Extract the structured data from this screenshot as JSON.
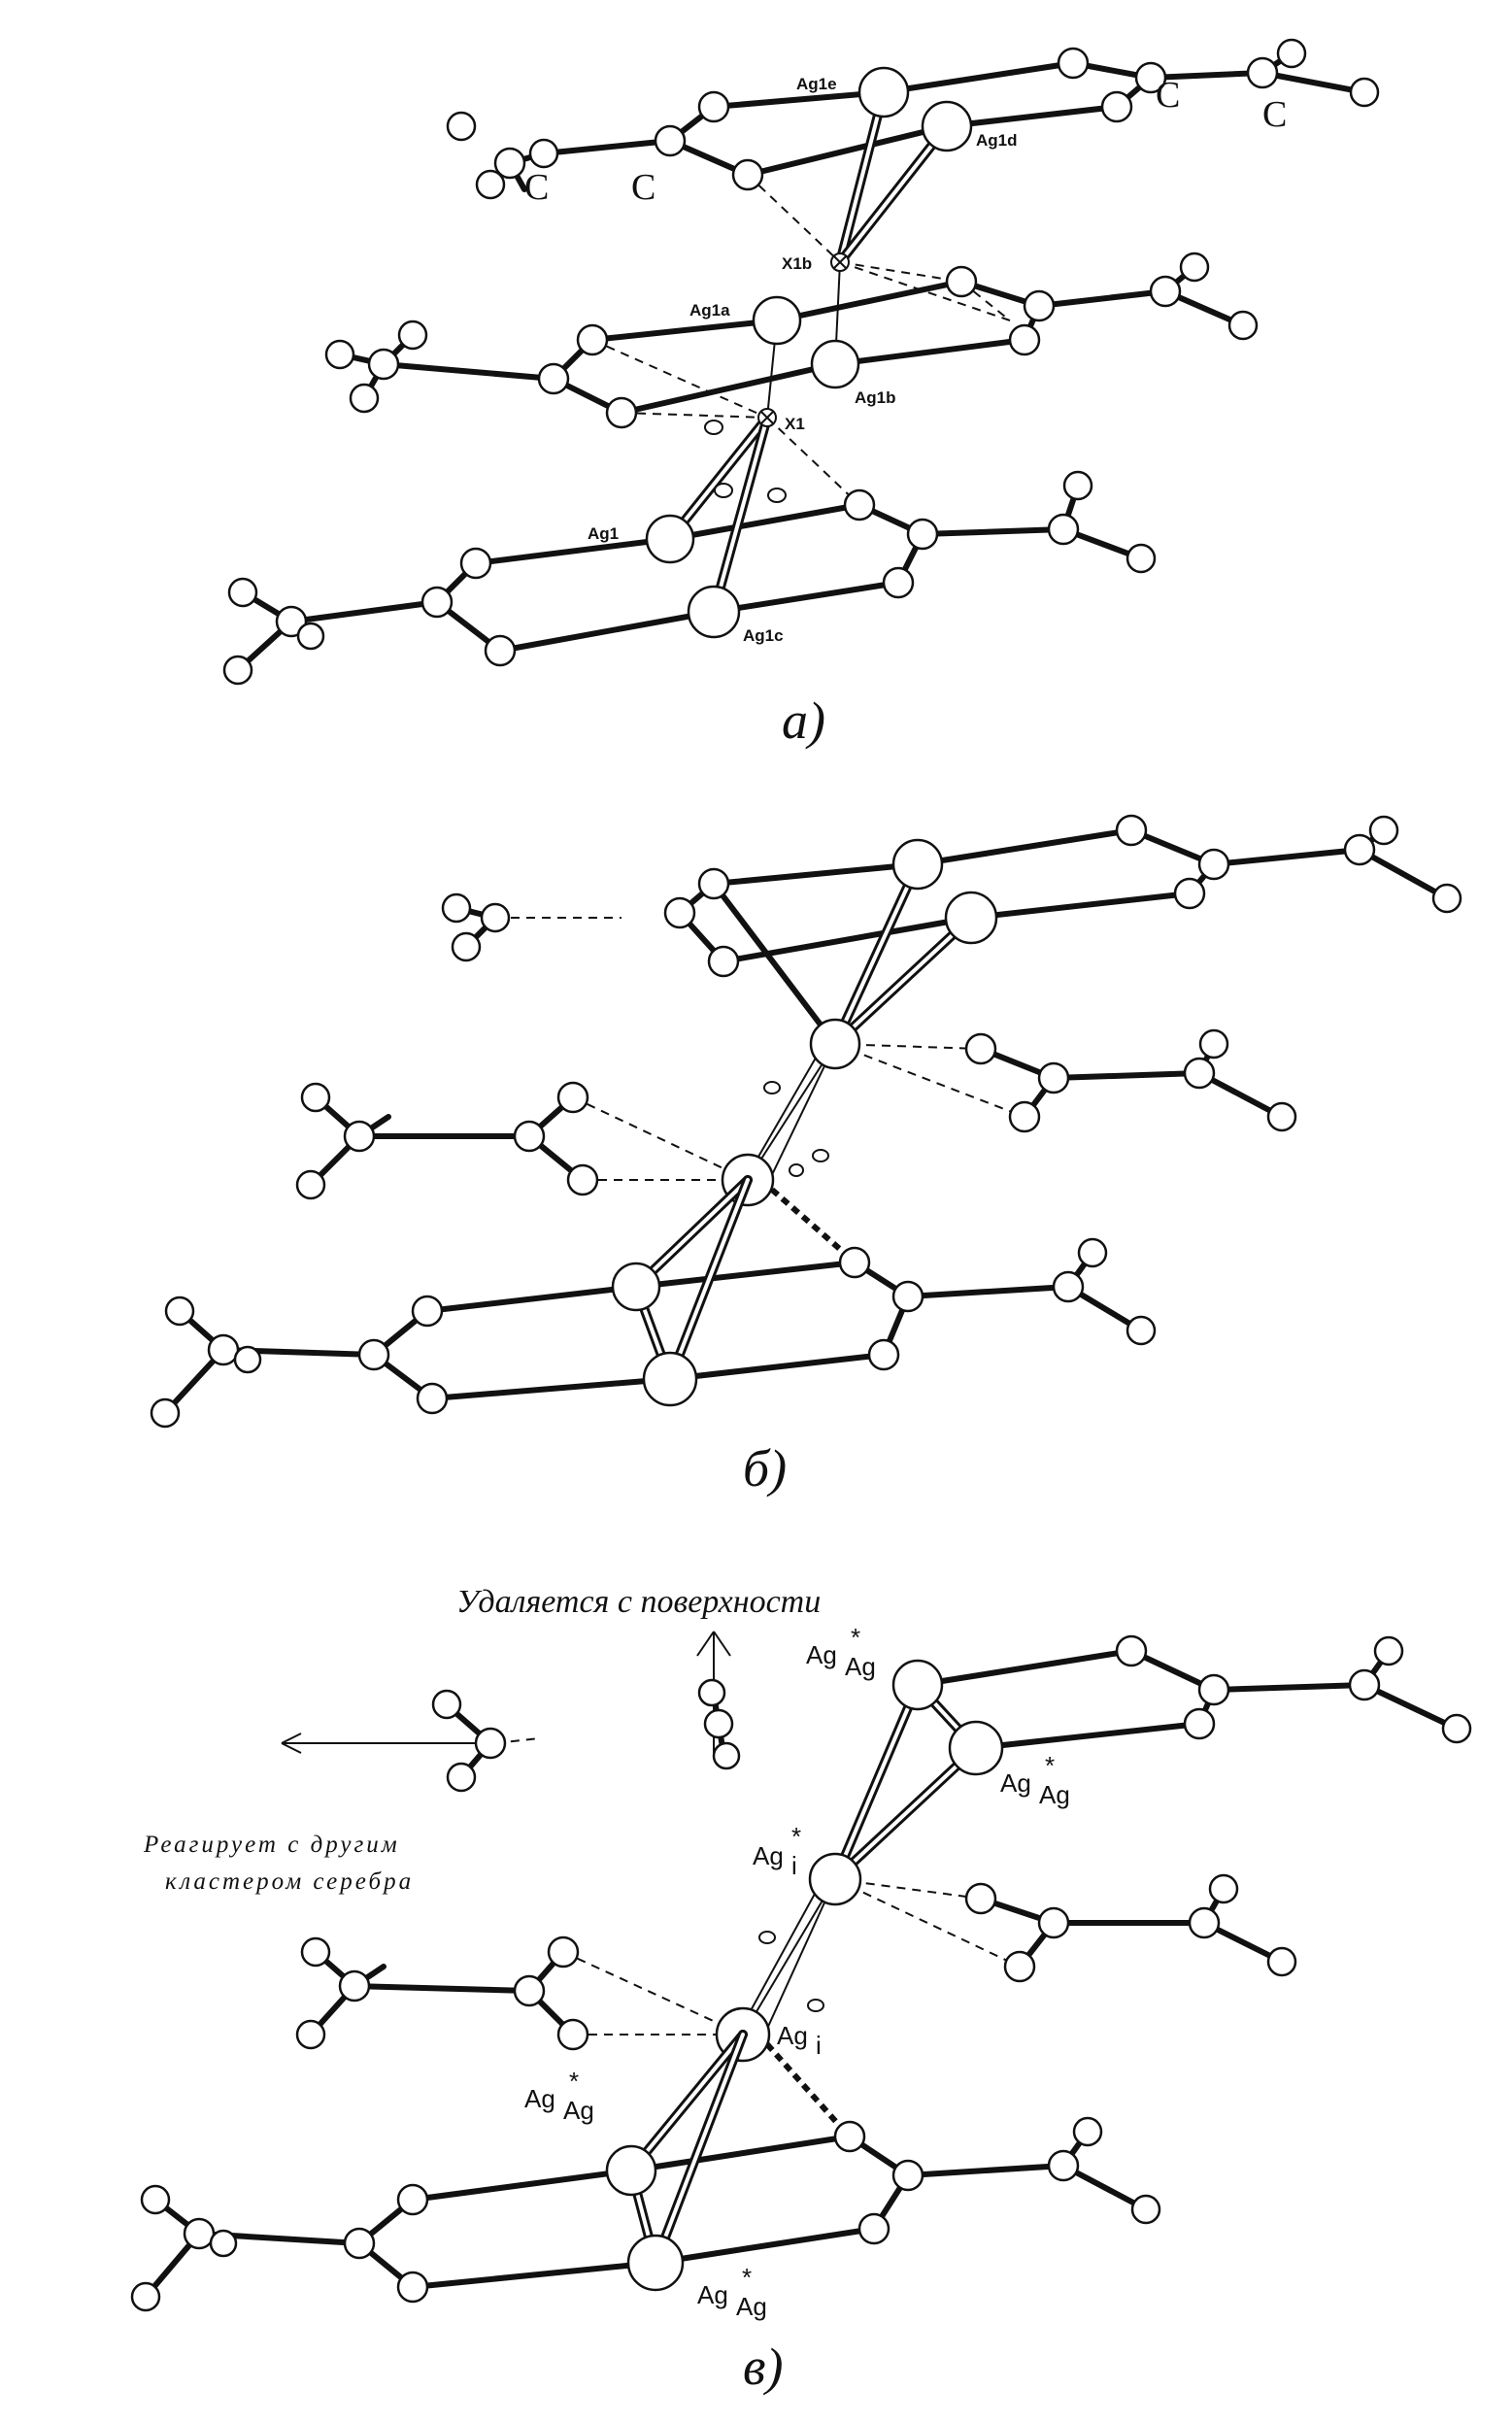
{
  "panels": {
    "a": {
      "caption": "а)",
      "labels": {
        "ag1e": "Ag1e",
        "ag1d": "Ag1d",
        "x1b": "X1b",
        "ag1a": "Ag1a",
        "ag1b": "Ag1b",
        "x1": "X1",
        "ag1": "Ag1",
        "ag1c": "Ag1c",
        "c_left_1": "C",
        "c_left_2": "C",
        "c_right_1": "C",
        "c_right_2": "C"
      }
    },
    "b": {
      "caption": "б)"
    },
    "c": {
      "caption": "в)",
      "note_top": "Удаляется с поверхности",
      "note_left_line1": "Реагирует с другим",
      "note_left_line2": "кластером серебра",
      "labels": {
        "ag_main": "Ag",
        "ag_sub": "Ag",
        "star": "*",
        "ag_i": "Ag",
        "i_sub": "i"
      }
    }
  }
}
